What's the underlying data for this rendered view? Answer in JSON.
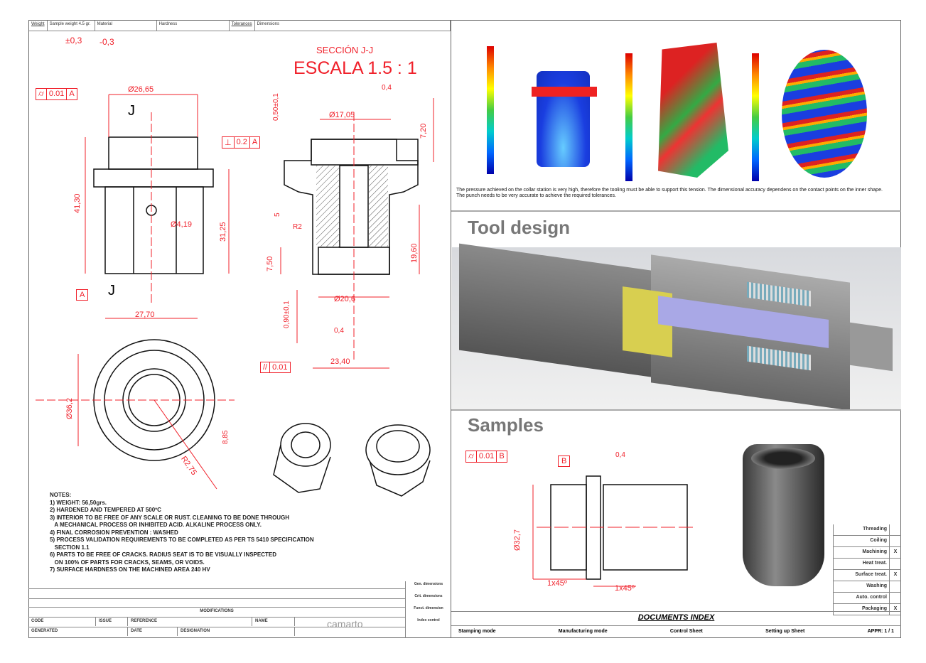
{
  "header": {
    "cells": [
      "Weight",
      "Sample weight 4.5 gr.",
      "Material",
      "Hardness",
      "Tolerances",
      "Dimensions"
    ]
  },
  "drawing": {
    "tol_plus": "±0,3",
    "tol_minus": "-0,3",
    "section_label": "SECCIÓN J-J",
    "scale_label": "ESCALA 1.5 : 1",
    "gdt1": {
      "symbol": "⌭",
      "value": "0.01",
      "datum": "A"
    },
    "gdt2": {
      "symbol": "⊥",
      "value": "0.2",
      "datum": "A"
    },
    "gdt3": {
      "symbol": "//",
      "value": "0.01"
    },
    "datum_a": "A",
    "cut_j": "J",
    "dims": {
      "d_top": "Ø26,65",
      "h_left": "41,30",
      "d_hole": "Ø4,19",
      "h_body": "31,25",
      "w_bottom": "27,70",
      "d_inner": "Ø17,05",
      "t1": "0,50±0,1",
      "t2": "7,20",
      "s5": "5",
      "r2": "R2",
      "h_sec": "19,60",
      "h_low": "7,50",
      "t3": "0,90±0,1",
      "d_bot": "Ø20,6",
      "w_sec": "23,40",
      "rough1": "0,4",
      "rough2": "0,4",
      "d_plan": "Ø36,2",
      "r_plan": "R2,75",
      "d_small": "8,85"
    }
  },
  "notes": {
    "title": "NOTES:",
    "items": [
      "1) WEIGHT: 56,50grs.",
      "2) HARDENED AND TEMPERED AT 500ºC",
      "3) INTERIOR TO BE FREE OF ANY SCALE OR RUST. CLEANING TO BE DONE THROUGH",
      "   A MECHANICAL PROCESS OR INHIBITED ACID. ALKALINE PROCESS ONLY.",
      "4) FINAL CORROSION PREVENTION : WASHED",
      "5) PROCESS VALIDATION REQUIREMENTS TO BE COMPLETED AS PER TS 5410 SPECIFICATION",
      "   SECTION 1.1",
      "6) PARTS TO BE FREE OF CRACKS. RADIUS SEAT IS TO BE VISUALLY INSPECTED",
      "   ON 100% OF PARTS FOR CRACKS, SEAMS, OR VOIDS.",
      "7) SURFACE HARDNESS ON THE MACHINED AREA 240 HV"
    ]
  },
  "title_block": {
    "modifications": "MODIFICATIONS",
    "code": "CODE",
    "issue": "ISSUE",
    "reference": "REFERENCE",
    "name": "NAME",
    "generated": "GENERATED",
    "date": "DATE",
    "designation": "DESIGNATION",
    "logo": "camarto",
    "side": [
      "Gen. dimensions",
      "Crit. dimensions",
      "Funct. dimension",
      "Index control"
    ]
  },
  "simulation": {
    "caption": "The pressure achieved on the collar station is very high, therefore the tooling must be able to support this tension. The dimensional accuracy dependens on the contact points on the inner shape. The punch needs to be very accurate to achieve the required tolerances."
  },
  "tool_design": {
    "title": "Tool design"
  },
  "samples": {
    "title": "Samples",
    "gdt": {
      "symbol": "⌭",
      "value": "0.01",
      "datum": "B"
    },
    "datum_b": "B",
    "rough": "0,4",
    "dia": "Ø32,7",
    "chamfer1": "1x45º",
    "chamfer2": "1x45º"
  },
  "checklist": [
    {
      "label": "Threading",
      "mark": ""
    },
    {
      "label": "Coiling",
      "mark": ""
    },
    {
      "label": "Machining",
      "mark": "X"
    },
    {
      "label": "Heat treat.",
      "mark": ""
    },
    {
      "label": "Surface treat.",
      "mark": "X"
    },
    {
      "label": "Washing",
      "mark": ""
    },
    {
      "label": "Auto. control",
      "mark": ""
    },
    {
      "label": "Packaging",
      "mark": "X"
    }
  ],
  "documents_index": {
    "title": "DOCUMENTS INDEX",
    "items": [
      "Stamping mode",
      "Manufacturing mode",
      "Control Sheet",
      "Setting up Sheet",
      "APPR: 1 / 1"
    ]
  },
  "colors": {
    "dimension": "#f0202a",
    "outline": "#111111",
    "heading": "#777777"
  }
}
